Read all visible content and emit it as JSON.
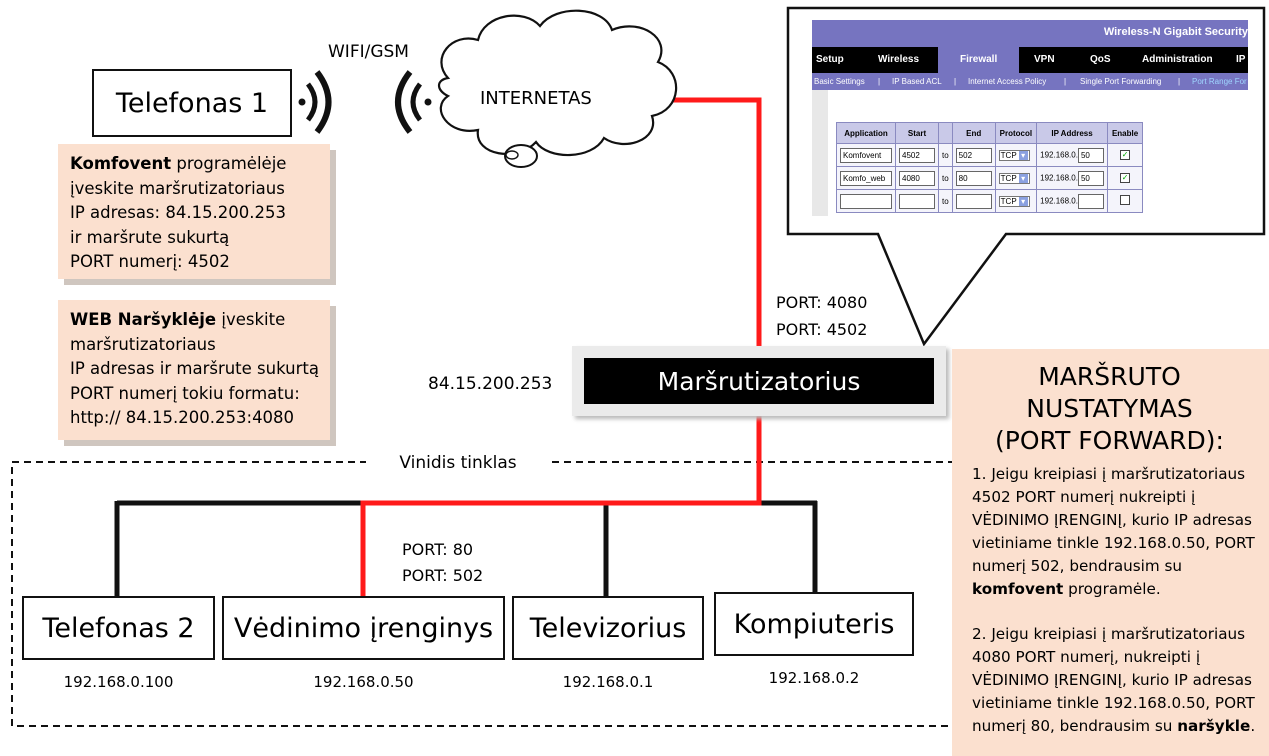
{
  "phone1": {
    "label": "Telefonas 1"
  },
  "wifi_label": "WIFI/GSM",
  "cloud_label": "INTERNETAS",
  "note_komfovent": {
    "bold": "Komfovent",
    "line1_rest": " programėlėje",
    "lines": [
      "įveskite maršrutizatoriaus",
      "IP adresas: 84.15.200.253",
      "ir maršrute sukurtą",
      "PORT numerį: 4502"
    ]
  },
  "note_web": {
    "bold": "WEB Naršyklėje",
    "line1_rest": " įveskite",
    "lines": [
      "maršrutizatoriaus",
      "IP adresas ir maršrute sukurtą",
      "PORT numerį tokiu formatu:",
      "http:// 84.15.200.253:4080"
    ]
  },
  "router": {
    "label": "Maršrutizatorius",
    "public_ip": "84.15.200.253",
    "port_a": "PORT: 4080",
    "port_b": "PORT: 4502"
  },
  "lan_label": "Vinidis tinklas",
  "device_ports": {
    "port_a": "PORT: 80",
    "port_b": "PORT: 502"
  },
  "devices": [
    {
      "label": "Telefonas 2",
      "ip": "192.168.0.100"
    },
    {
      "label": "Vėdinimo įrenginys",
      "ip": "192.168.0.50"
    },
    {
      "label": "Televizorius",
      "ip": "192.168.0.1"
    },
    {
      "label": "Kompiuteris",
      "ip": "192.168.0.2"
    }
  ],
  "router_ui": {
    "brand": "Wireless-N Gigabit Security",
    "tabs": [
      "Setup",
      "Wireless",
      "Firewall",
      "VPN",
      "QoS",
      "Administration",
      "IP"
    ],
    "subtabs": [
      "Basic Settings",
      "|",
      "IP Based ACL",
      "|",
      "Internet Access Policy",
      "|",
      "Single Port Forwarding",
      "|",
      "Port Range For"
    ],
    "columns": [
      "Application",
      "Start",
      "",
      "End",
      "Protocol",
      "IP Address",
      "Enable"
    ],
    "to_label": "to",
    "ip_prefix": "192.168.0.",
    "rows": [
      {
        "application": "Komfovent",
        "start": "4502",
        "end": "502",
        "protocol": "TCP",
        "ip_last": "50",
        "enabled": true
      },
      {
        "application": "Komfo_web",
        "start": "4080",
        "end": "80",
        "protocol": "TCP",
        "ip_last": "50",
        "enabled": true
      },
      {
        "application": "",
        "start": "",
        "end": "",
        "protocol": "TCP",
        "ip_last": "",
        "enabled": false
      }
    ]
  },
  "steps": {
    "heading": [
      "MARŠRUTO",
      "NUSTATYMAS",
      "(PORT FORWARD):"
    ],
    "step1": {
      "lines": [
        "1. Jeigu kreipiasi į maršrutizatoriaus",
        "4502 PORT numerį nukreipti į",
        "VĖDINIMO ĮRENGINĮ, kurio IP adresas",
        "vietiniame tinkle 192.168.0.50, PORT",
        "numerį 502, bendrausim su"
      ],
      "bold": "komfovent",
      "tail": " programėle."
    },
    "step2": {
      "lines": [
        "2. Jeigu kreipiasi į maršrutizatoriaus",
        "4080 PORT numerį, nukreipti į",
        "VĖDINIMO ĮRENGINĮ, kurio IP adresas",
        "vietiniame tinkle 192.168.0.50, PORT"
      ],
      "last_pre": "numerį 80, bendrausim su ",
      "bold": "naršykle",
      "tail": "."
    }
  },
  "colors": {
    "path": "#ff1a1a",
    "note_bg": "#fbe0cf",
    "router_bg": "#000000",
    "ui_accent": "#7674c0"
  }
}
